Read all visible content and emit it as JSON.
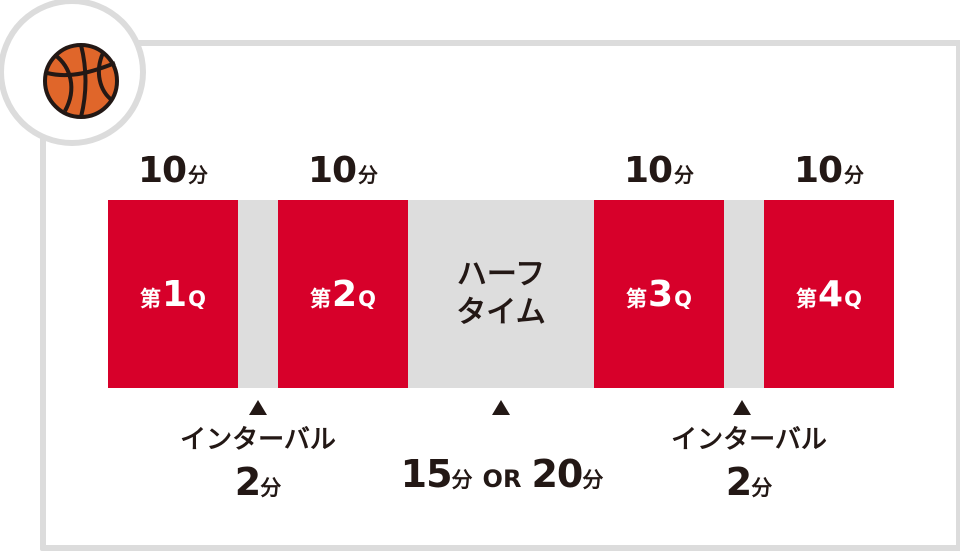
{
  "colors": {
    "quarter": "#d7002a",
    "break": "#dddddd",
    "text": "#231815",
    "ball": "#e0662a"
  },
  "icon": "basketball-icon",
  "quarters": [
    {
      "prefix": "第",
      "number": "1",
      "suffix": "Q",
      "duration_num": "10",
      "duration_unit": "分"
    },
    {
      "prefix": "第",
      "number": "2",
      "suffix": "Q",
      "duration_num": "10",
      "duration_unit": "分"
    },
    {
      "prefix": "第",
      "number": "3",
      "suffix": "Q",
      "duration_num": "10",
      "duration_unit": "分"
    },
    {
      "prefix": "第",
      "number": "4",
      "suffix": "Q",
      "duration_num": "10",
      "duration_unit": "分"
    }
  ],
  "halftime": {
    "line1": "ハーフ",
    "line2": "タイム",
    "dur1_num": "15",
    "dur1_unit": "分",
    "or": "OR",
    "dur2_num": "20",
    "dur2_unit": "分"
  },
  "intervals": [
    {
      "label": "インターバル",
      "num": "2",
      "unit": "分"
    },
    {
      "label": "インターバル",
      "num": "2",
      "unit": "分"
    }
  ]
}
